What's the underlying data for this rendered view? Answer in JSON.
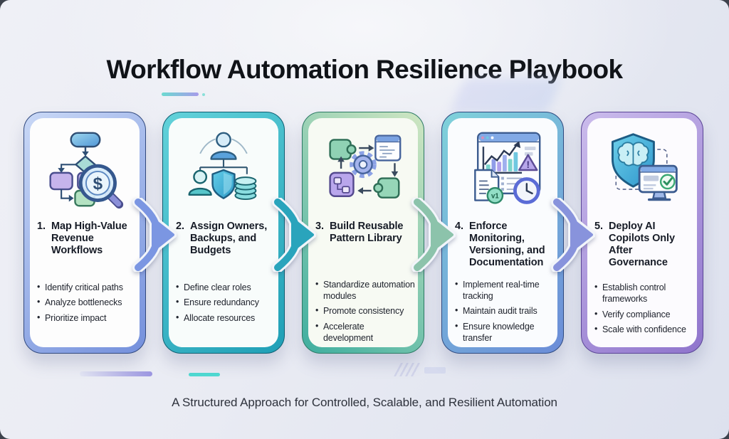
{
  "page": {
    "title": "Workflow Automation Resilience Playbook",
    "subtitle": "A Structured Approach for Controlled, Scalable, and Resilient Automation"
  },
  "steps": [
    {
      "number": "1.",
      "title": "Map High-Value Revenue Workflows",
      "icon": "flowchart-dollar-magnifier-icon",
      "icon_text": "$",
      "border": {
        "from": "#c9d8f6",
        "to": "#7490dc",
        "edge": "#31497e"
      },
      "bullets": [
        "Identify critical paths",
        "Analyze bottlenecks",
        "Prioritize impact"
      ]
    },
    {
      "number": "2.",
      "title": "Assign Owners, Backups, and Budgets",
      "icon": "org-chart-shield-coins-icon",
      "border": {
        "from": "#63d2da",
        "to": "#1f9fb6",
        "edge": "#0e5f72"
      },
      "bullets": [
        "Define clear roles",
        "Ensure redundancy",
        "Allocate resources"
      ]
    },
    {
      "number": "3.",
      "title": "Build Reusable Pattern Library",
      "icon": "puzzle-gear-modules-icon",
      "border": {
        "from": "#3fae9f",
        "to": "#cfe6c2",
        "edge": "#2c7a64"
      },
      "bullets": [
        "Standardize automation modules",
        "Promote consistency",
        "Accelerate development"
      ]
    },
    {
      "number": "4.",
      "title": "Enforce Monitoring, Versioning, and Documentation",
      "icon": "dashboard-audit-clock-icon",
      "icon_text": "v1",
      "icon_alert": "!",
      "border": {
        "from": "#7fd2da",
        "to": "#6b8cd8",
        "edge": "#2e4a80"
      },
      "bullets": [
        "Implement real-time tracking",
        "Maintain audit trails",
        "Ensure knowledge transfer"
      ]
    },
    {
      "number": "5.",
      "title": "Deploy AI Copilots Only After Governance",
      "icon": "shield-brain-monitor-icon",
      "border": {
        "from": "#cbbcec",
        "to": "#8f74cc",
        "edge": "#5a4596"
      },
      "bullets": [
        "Establish control frameworks",
        "Verify compliance",
        "Scale with confidence"
      ]
    }
  ],
  "arrows": [
    {
      "name": "arrow-step1-to-step2",
      "color": "#7b96e2"
    },
    {
      "name": "arrow-step2-to-step3",
      "color": "#2aa4bc"
    },
    {
      "name": "arrow-step3-to-step4",
      "color": "#8cc3ab"
    },
    {
      "name": "arrow-step4-to-step5",
      "color": "#8893dc"
    }
  ]
}
